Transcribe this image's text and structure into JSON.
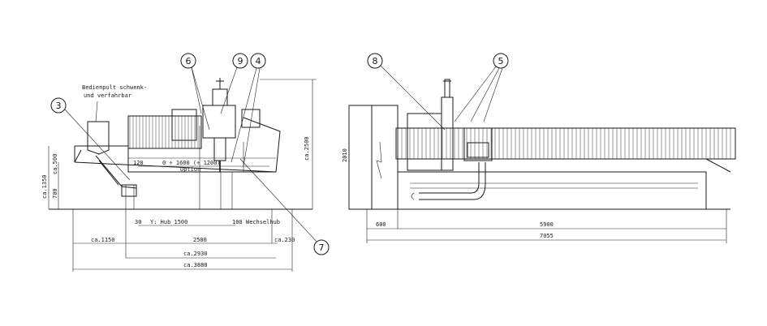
{
  "left_view": {
    "note_line1": "Bedienpult schwenk-",
    "note_line2": "und verfahrbar",
    "dim_y_travel": "Y: Hub 1500",
    "dim_z_option": "0 ÷ 1600 (÷ 1200)",
    "dim_option": "Option",
    "dim_120": "120",
    "dim_30": "30",
    "dim_100_wechselhub": "100 Wechselhub",
    "dim_1150": "ca.1150",
    "dim_2500": "2500",
    "dim_230": "ca.230",
    "dim_2930": "ca.2930",
    "dim_3880": "ca.3880",
    "dim_height_2500": "ca.2500",
    "dim_height_1350": "ca.1350",
    "dim_height_700": "700",
    "dim_height_500": "ca.500",
    "callouts": {
      "c3": "3",
      "c4": "4",
      "c6": "6",
      "c7": "7",
      "c9": "9"
    }
  },
  "right_view": {
    "dim_600": "600",
    "dim_5900": "5900",
    "dim_7055": "7055",
    "dim_height_2010": "2010",
    "callouts": {
      "c5": "5",
      "c8": "8"
    }
  }
}
